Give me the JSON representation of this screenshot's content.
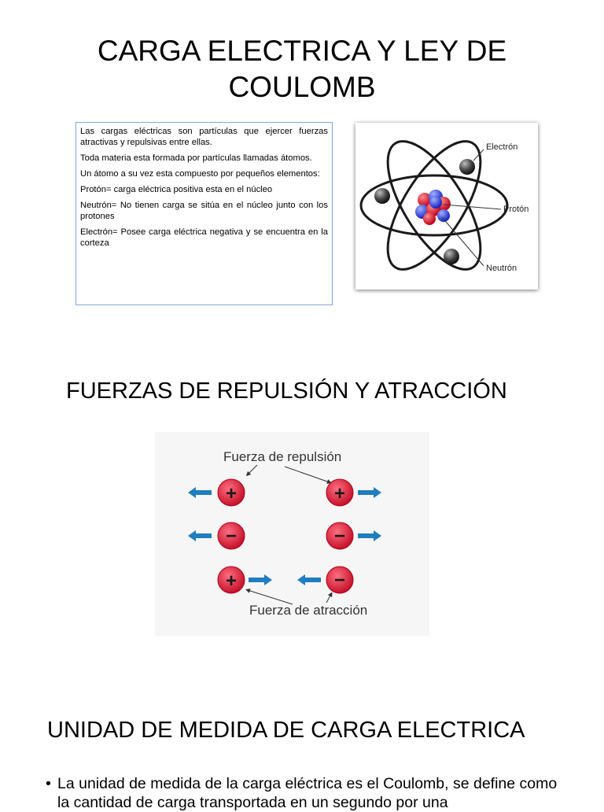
{
  "slide1": {
    "title_line1": "CARGA ELECTRICA Y LEY DE",
    "title_line2": "COULOMB",
    "paragraphs": [
      "Las cargas eléctricas son partículas que ejercer fuerzas atractivas y repulsivas entre ellas.",
      "Toda materia esta formada por partículas llamadas átomos.",
      "Un átomo a su vez esta compuesto por pequeños elementos:",
      "Protón= carga eléctrica positiva esta en el núcleo",
      "Neutrón= No tienen carga se sitúa en el núcleo junto con los protones",
      "Electrón= Posee carga eléctrica negativa y se encuentra en la corteza"
    ],
    "atom_labels": {
      "electron": "Electrón",
      "proton": "Protón",
      "neutron": "Neutrón"
    }
  },
  "slide2": {
    "heading": "FUERZAS DE REPULSIÓN Y ATRACCIÓN",
    "diagram": {
      "repulsion_label": "Fuerza de repulsión",
      "attraction_label": "Fuerza de atracción",
      "plus_sign": "+",
      "minus_sign": "−"
    }
  },
  "slide3": {
    "heading": "UNIDAD DE MEDIDA DE CARGA ELECTRICA",
    "bullet_char": "•",
    "bullet_text": "La unidad de medida de la carga eléctrica es el Coulomb, se define como la cantidad de carga transportada en un segundo por una"
  },
  "colors": {
    "charge_red": "#d9253d",
    "arrow_blue": "#1f7dc0",
    "box_border": "#7ea6d3"
  }
}
